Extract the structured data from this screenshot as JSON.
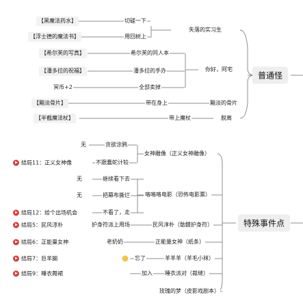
{
  "normal": {
    "title": "普通怪",
    "items": [
      {
        "item": "【黑魔法药水】",
        "action": "切磋一下"
      },
      {
        "item": "【浮士德的魔法书】",
        "action": "用回树上"
      },
      {
        "group_label": "失落的实习生"
      },
      {
        "item": "【希尔芙的写真】",
        "action": "希尔芙的同人本"
      },
      {
        "item": "【潘多拉的祝福】",
        "action": "潘多拉的手办"
      },
      {
        "item": "冥币+2",
        "action": "全部卖掉"
      },
      {
        "group_label": "你好，阿宅"
      },
      {
        "item": "【黯淡骨片】",
        "action": "带在身上"
      },
      {
        "group_label": "黯淡的骨片"
      },
      {
        "item": "【半截魔法杖】",
        "action": "带上魔杖"
      },
      {
        "group_label": "脱离"
      }
    ]
  },
  "special": {
    "title": "特殊事件点",
    "none_label": "无",
    "n1": "贪欲涂鸦",
    "n2": "不跟蠢蛇计较",
    "ending11": "结局11：正义女神像",
    "g1": "女神雕像（正义女神雕像）",
    "n3": "继续看下去",
    "n4": "把幕布撕烂",
    "n5": "不看了，走",
    "ending12": "结局12：给个出场机会",
    "g2": "咯咯咯电影（恐怖电影票）",
    "ending5": "结局5：民风淳朴",
    "n6": "护身符派上用场",
    "g3": "民风淳朴（骷髅护身符）",
    "ending6": "结局6：正能量女神",
    "n7": "老奶奶",
    "g4": "正能量女神（纸条）",
    "ending7": "结局7：巨羊圈",
    "n8": "忘了",
    "g5": "羊羊羊（羊毛小袜）",
    "ending9": "结局9：睡衣舞裙",
    "n9": "加入",
    "g6": "睡衣派对（裁缝）",
    "g7": "玫瑰的梦（皮影戏剧本）"
  }
}
